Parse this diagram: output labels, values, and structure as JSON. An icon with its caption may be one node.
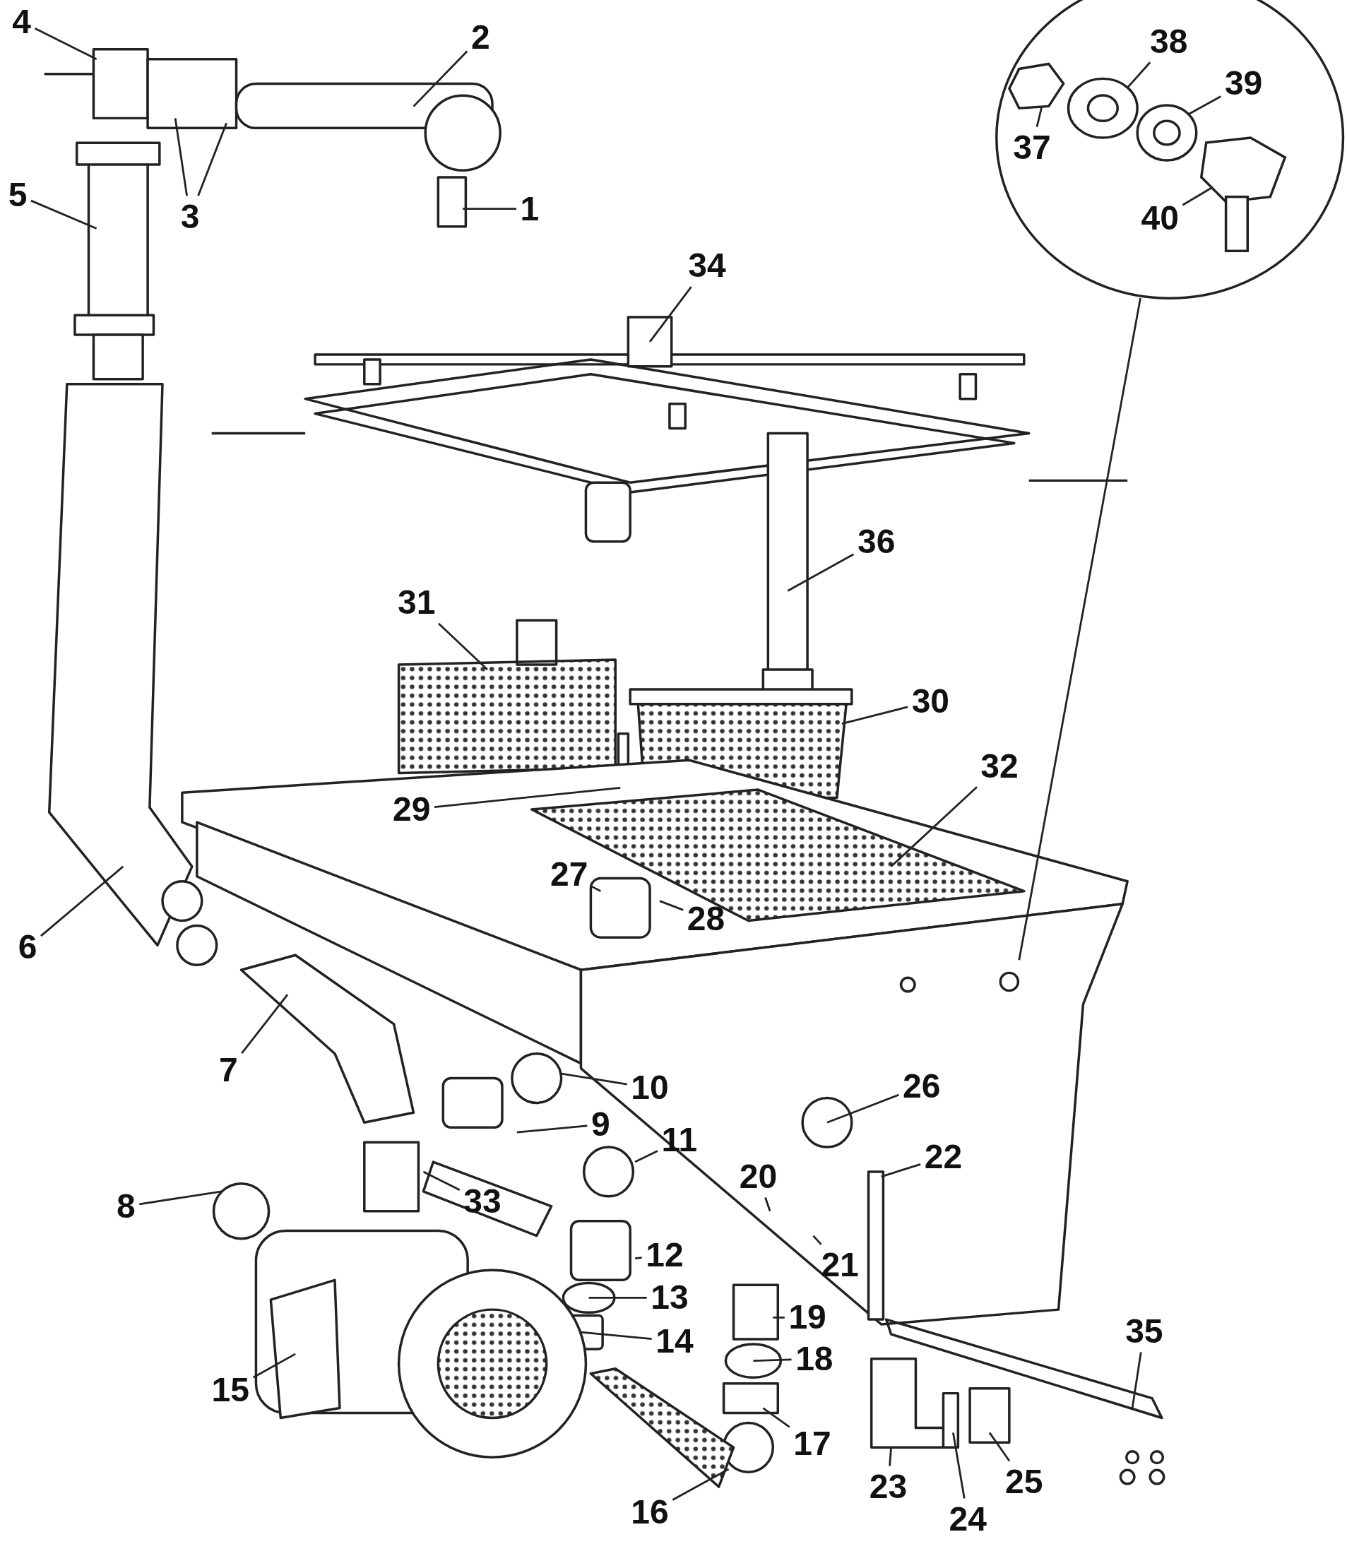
{
  "diagram": {
    "nodes": [
      {
        "text": [
          "1"
        ]
      },
      {
        "text": [
          "2"
        ]
      },
      {
        "text": [
          "3"
        ]
      },
      {
        "text": [
          "4"
        ]
      },
      {
        "text": [
          "5"
        ]
      },
      {
        "text": [
          "6"
        ]
      },
      {
        "text": [
          "7"
        ]
      },
      {
        "text": [
          "8"
        ]
      },
      {
        "text": [
          "9"
        ]
      },
      {
        "text": [
          "10"
        ]
      },
      {
        "text": [
          "11"
        ]
      },
      {
        "text": [
          "12"
        ]
      },
      {
        "text": [
          "13"
        ]
      },
      {
        "text": [
          "14"
        ]
      },
      {
        "text": [
          "15"
        ]
      },
      {
        "text": [
          "16"
        ]
      },
      {
        "text": [
          "17"
        ]
      },
      {
        "text": [
          "18"
        ]
      },
      {
        "text": [
          "19"
        ]
      },
      {
        "text": [
          "20"
        ]
      },
      {
        "text": [
          "21"
        ]
      },
      {
        "text": [
          "22"
        ]
      },
      {
        "text": [
          "23"
        ]
      },
      {
        "text": [
          "24"
        ]
      },
      {
        "text": [
          "25"
        ]
      },
      {
        "text": [
          "26"
        ]
      },
      {
        "text": [
          "27"
        ]
      },
      {
        "text": [
          "28"
        ]
      },
      {
        "text": [
          "29"
        ]
      },
      {
        "text": [
          "30"
        ]
      },
      {
        "text": [
          "31"
        ]
      },
      {
        "text": [
          "32"
        ]
      },
      {
        "text": [
          "33"
        ]
      },
      {
        "text": [
          "34"
        ]
      },
      {
        "text": [
          "35"
        ]
      },
      {
        "text": [
          "36"
        ]
      },
      {
        "text": [],
        "shape": "circle"
      },
      {
        "text": [
          "37"
        ],
        "in": 36
      },
      {
        "text": [
          "38"
        ],
        "in": 36
      },
      {
        "text": [
          "39"
        ],
        "in": 36
      },
      {
        "text": [
          "40"
        ],
        "in": 36
      }
    ],
    "edges": [
      {
        "from": 0,
        "to": null,
        "arrow": "none"
      },
      {
        "from": 1,
        "to": null,
        "arrow": "none"
      },
      {
        "from": 2,
        "to": null,
        "arrow": "none"
      },
      {
        "from": 2,
        "to": null,
        "arrow": "none"
      },
      {
        "from": 3,
        "to": null,
        "arrow": "none"
      },
      {
        "from": 4,
        "to": null,
        "arrow": "none"
      },
      {
        "from": 5,
        "to": null,
        "arrow": "none"
      },
      {
        "from": 6,
        "to": null,
        "arrow": "none"
      },
      {
        "from": 7,
        "to": null,
        "arrow": "none"
      },
      {
        "from": 8,
        "to": null,
        "arrow": "none"
      },
      {
        "from": 9,
        "to": null,
        "arrow": "none"
      },
      {
        "from": 10,
        "to": null,
        "arrow": "none"
      },
      {
        "from": 11,
        "to": null,
        "arrow": "none"
      },
      {
        "from": 12,
        "to": null,
        "arrow": "none"
      },
      {
        "from": 13,
        "to": null,
        "arrow": "none"
      },
      {
        "from": 14,
        "to": null,
        "arrow": "none"
      },
      {
        "from": 15,
        "to": null,
        "arrow": "none"
      },
      {
        "from": 16,
        "to": null,
        "arrow": "none"
      },
      {
        "from": 17,
        "to": null,
        "arrow": "none"
      },
      {
        "from": 18,
        "to": null,
        "arrow": "none"
      },
      {
        "from": 19,
        "to": null,
        "arrow": "none"
      },
      {
        "from": 20,
        "to": null,
        "arrow": "none"
      },
      {
        "from": 21,
        "to": null,
        "arrow": "none"
      },
      {
        "from": 22,
        "to": null,
        "arrow": "none"
      },
      {
        "from": 23,
        "to": null,
        "arrow": "none"
      },
      {
        "from": 24,
        "to": null,
        "arrow": "none"
      },
      {
        "from": 25,
        "to": null,
        "arrow": "none"
      },
      {
        "from": 26,
        "to": null,
        "arrow": "none"
      },
      {
        "from": 27,
        "to": null,
        "arrow": "none"
      },
      {
        "from": 28,
        "to": null,
        "arrow": "none"
      },
      {
        "from": 29,
        "to": null,
        "arrow": "none"
      },
      {
        "from": 30,
        "to": null,
        "arrow": "none"
      },
      {
        "from": 31,
        "to": null,
        "arrow": "none"
      },
      {
        "from": 32,
        "to": null,
        "arrow": "none"
      },
      {
        "from": 33,
        "to": null,
        "arrow": "none"
      },
      {
        "from": 34,
        "to": null,
        "arrow": "none"
      },
      {
        "from": 35,
        "to": null,
        "arrow": "none"
      },
      {
        "from": 36,
        "to": null,
        "arrow": "none"
      },
      {
        "from": 37,
        "to": null,
        "arrow": "none"
      },
      {
        "from": 38,
        "to": null,
        "arrow": "none"
      },
      {
        "from": 39,
        "to": null,
        "arrow": "none"
      },
      {
        "from": 40,
        "to": null,
        "arrow": "none"
      }
    ]
  }
}
